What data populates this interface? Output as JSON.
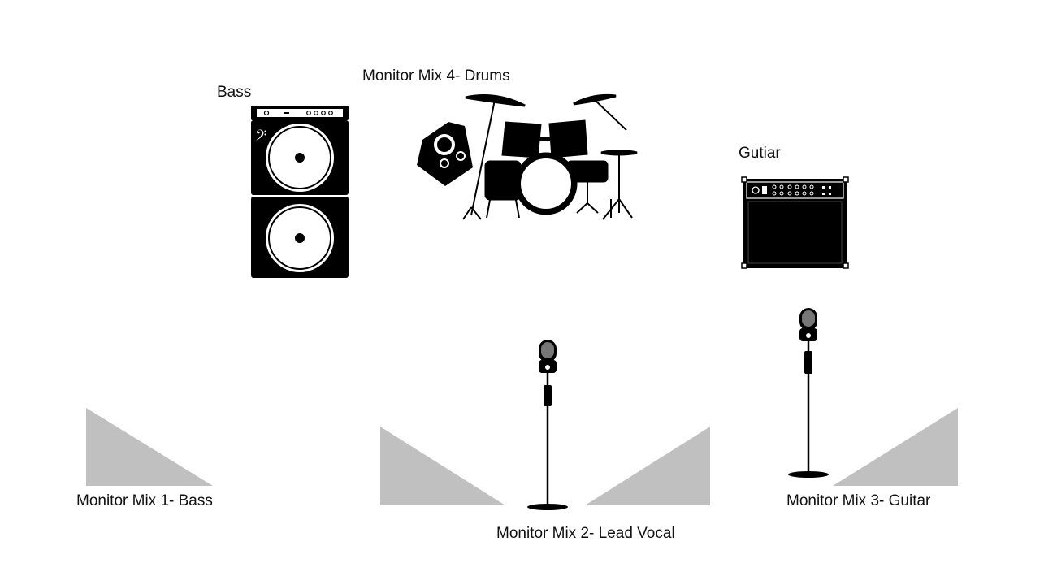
{
  "labels": {
    "bass": "Bass",
    "drums_monitor": "Monitor Mix 4- Drums",
    "guitar": "Gutiar",
    "mix1": "Monitor Mix 1- Bass",
    "mix2": "Monitor Mix 2- Lead Vocal",
    "mix3": "Monitor Mix 3- Guitar"
  },
  "icons": {
    "bass_amp": "bass-cabinet-icon",
    "drum_kit": "drum-kit-icon",
    "drum_monitor": "floor-monitor-icon",
    "guitar_amp": "guitar-amp-icon",
    "mic": "microphone-stand-icon",
    "wedge": "monitor-wedge-icon"
  },
  "colors": {
    "ink": "#000000",
    "wedge": "#c0c0c0",
    "background": "#ffffff"
  }
}
